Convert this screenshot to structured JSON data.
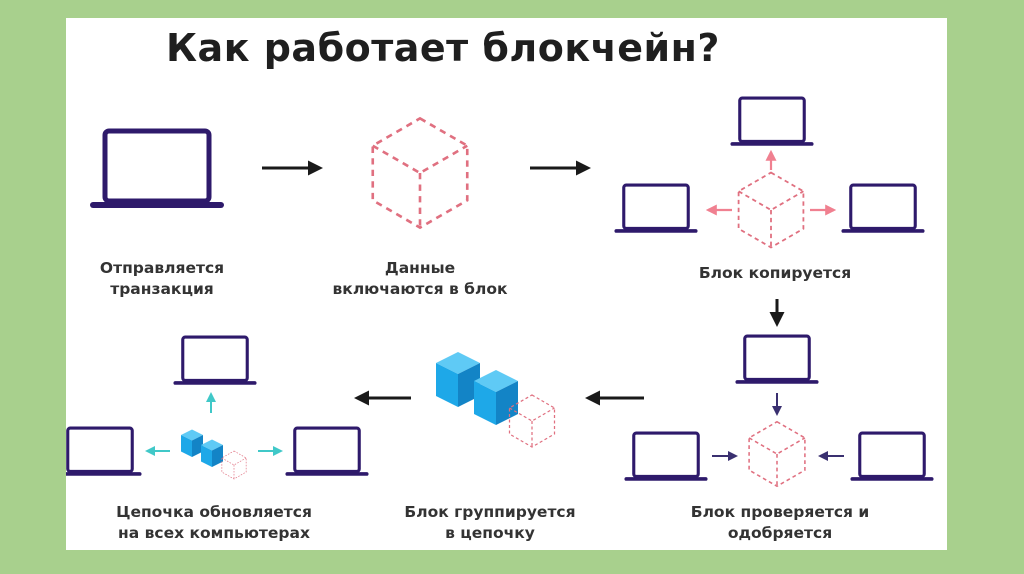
{
  "title": "Как работает блокчейн?",
  "steps": {
    "step1": {
      "line1": "Отправляется",
      "line2": "транзакция"
    },
    "step2": {
      "line1": "Данные",
      "line2": "включаются в блок"
    },
    "step3": {
      "line1": "Блок копируется"
    },
    "step4": {
      "line1": "Блок проверяется и",
      "line2": "одобряется"
    },
    "step5": {
      "line1": "Блок группируется",
      "line2": "в цепочку"
    },
    "step6": {
      "line1": "Цепочка обновляется",
      "line2": "на всех компьютерах"
    }
  },
  "colors": {
    "background": "#a8d08d",
    "slide": "#ffffff",
    "laptop": "#2e1a6b",
    "dashed_cube": "#e07080",
    "pink_arrow": "#f08090",
    "teal_arrow": "#40c8c8",
    "blue_cube": "#1ea8e8",
    "black_arrow": "#1a1a1a"
  },
  "icons": [
    "laptop-icon",
    "dashed-cube-icon",
    "blue-cube-icon",
    "arrow-icon"
  ]
}
